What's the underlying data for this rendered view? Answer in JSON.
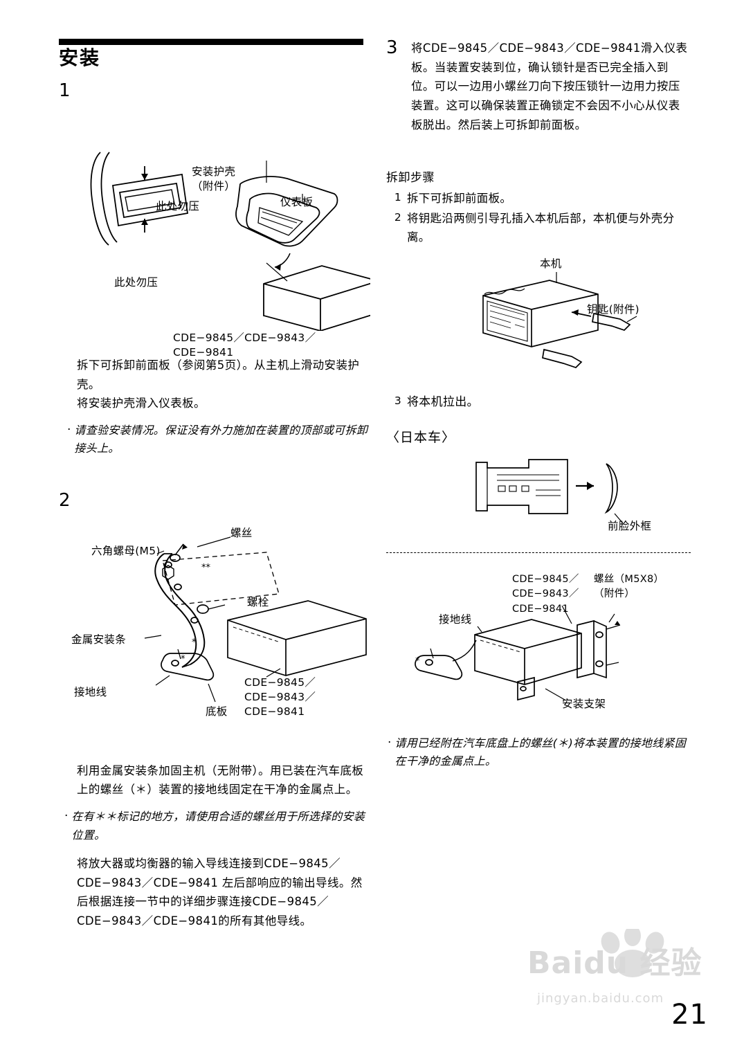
{
  "page": {
    "number": "21",
    "heading": "安装"
  },
  "left": {
    "step1": {
      "num": "1",
      "fig": {
        "label_do_not_press_top": "此处勿压",
        "label_do_not_press_bottom": "此处勿压",
        "label_mounting_sleeve": "安装护壳\n（附件）",
        "label_dashboard": "仪表板",
        "caption_model": "CDE−9845／CDE−9843／CDE−9841"
      },
      "text1": "拆下可拆卸前面板（参阅第5页）。从主机上滑动安装护壳。",
      "text2": "将安装护壳滑入仪表板。",
      "note": "请查验安装情况。保证没有外力施加在装置的顶部或可拆卸接头上。"
    },
    "step2": {
      "num": "2",
      "fig": {
        "label_screw": "螺丝",
        "label_hex_nut": "六角螺母(M5)",
        "label_bolt": "螺栓",
        "label_metal_strap": "金属安装条",
        "label_ground_lead": "接地线",
        "label_model": "CDE−9845／CDE−9843／\nCDE−9841",
        "label_floor": "底板",
        "mark_doubleasterisk": "**",
        "mark_asterisk": "*"
      },
      "text1": "利用金属安装条加固主机（无附带）。用已装在汽车底板上的螺丝（＊）装置的接地线固定在干净的金属点上。",
      "note": "在有＊＊标记的地方，请使用合适的螺丝用于所选择的安装位置。",
      "text2": "将放大器或均衡器的输入导线连接到CDE−9845／CDE−9843／CDE−9841 左后部响应的输出导线。然后根据连接一节中的详细步骤连接CDE−9845／CDE−9843／CDE−9841的所有其他导线。"
    }
  },
  "right": {
    "step3": {
      "num": "3",
      "text": "将CDE−9845／CDE−9843／CDE−9841滑入仪表板。当装置安装到位，确认锁针是否已完全插入到位。可以一边用小螺丝刀向下按压锁针一边用力按压装置。这可以确保装置正确锁定不会因不小心从仪表板脱出。然后装上可拆卸前面板。"
    },
    "removal": {
      "title": "拆卸步骤",
      "items": [
        {
          "num": "1",
          "text": "拆下可拆卸前面板。"
        },
        {
          "num": "2",
          "text": "将钥匙沿两侧引导孔插入本机后部，本机便与外壳分离。"
        }
      ],
      "fig": {
        "label_unit": "本机",
        "label_key": "钥匙(附件)"
      },
      "step3": {
        "num": "3",
        "text": "将本机拉出。"
      }
    },
    "japanese_car": {
      "title": "〈日本车〉",
      "fig": {
        "label_front_frame": "前脸外框"
      }
    },
    "bracket": {
      "fig": {
        "label_model": "CDE−9845／\nCDE−9843／\nCDE−9841",
        "label_screw": "螺丝（M5X8）\n（附件）",
        "label_ground_lead": "接地线",
        "label_bracket": "安装支架",
        "mark_asterisk": "＊"
      },
      "note": "请用已经附在汽车底盘上的螺丝(＊)将本装置的接地线紧固在干净的金属点上。"
    }
  },
  "watermark": {
    "main": "Baidu 经验",
    "sub": "jingyan.baidu.com"
  }
}
